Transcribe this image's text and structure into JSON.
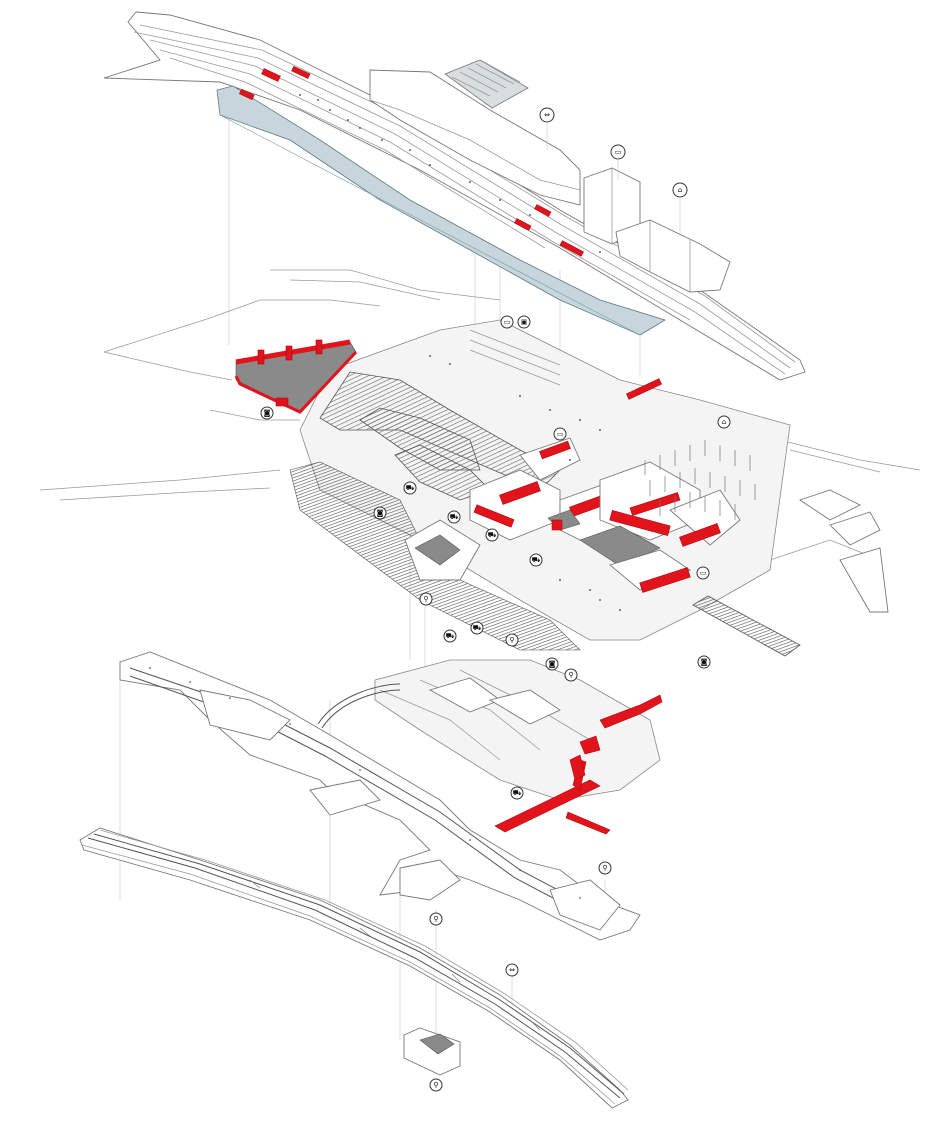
{
  "diagram": {
    "layers": [
      {
        "id": "rail-platform-level",
        "icons": [
          "train-icon",
          "bus-icon",
          "museum-icon"
        ]
      },
      {
        "id": "ground-urban-level",
        "icons": [
          "bus-icon",
          "tram-icon",
          "taxi-icon",
          "shopping-cart-icon",
          "bicycle-icon",
          "hotel-icon",
          "car-icon",
          "taxi-icon"
        ]
      },
      {
        "id": "underground-concourse-level",
        "icons": [
          "shopping-cart-icon",
          "bicycle-icon",
          "car-icon",
          "taxi-icon",
          "motorcycle-icon"
        ]
      },
      {
        "id": "underground-rail-level",
        "icons": [
          "train-icon",
          "bicycle-icon",
          "motorcycle-icon"
        ]
      }
    ],
    "colors": {
      "highlight": "#e3131b",
      "glass": "#bcd3dc",
      "lines": "#9a9a9a",
      "shade": "#8a8a8a"
    },
    "icon_glyphs": {
      "train": "⇔",
      "bus": "▭",
      "museum": "⌂",
      "cart": "⛟",
      "bicycle": "⚲",
      "car": "◙",
      "home": "⌂",
      "tram": "▣"
    }
  }
}
